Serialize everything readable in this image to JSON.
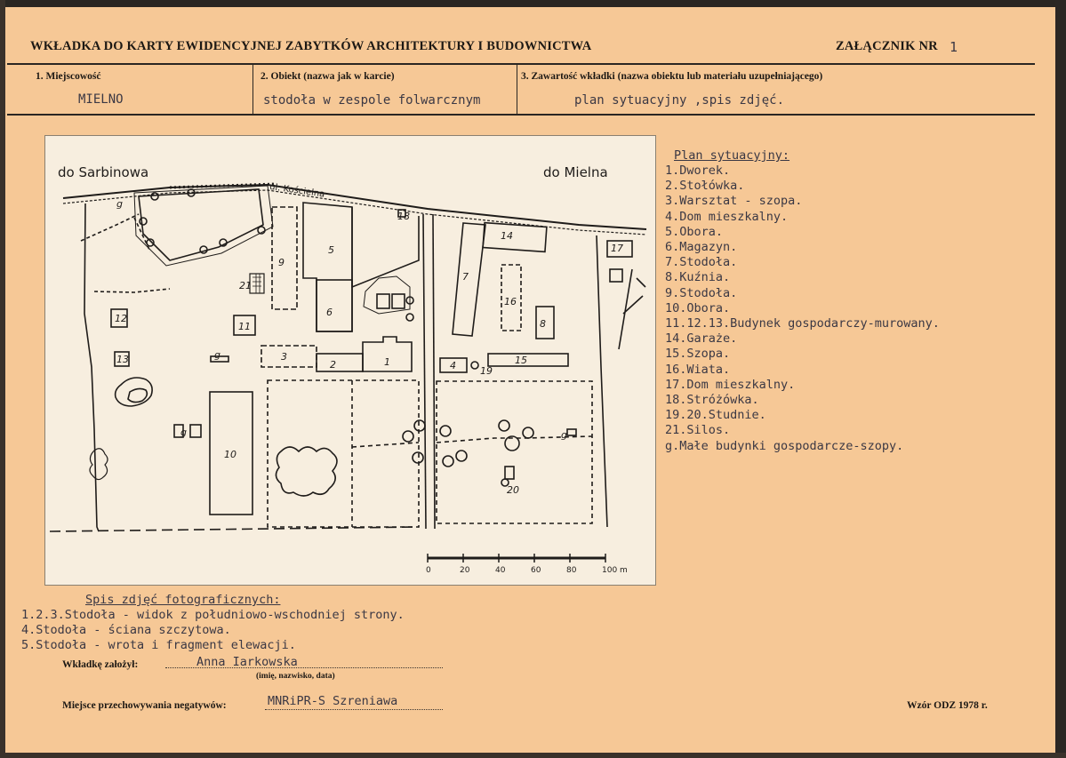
{
  "header": {
    "title": "WKŁADKA DO KARTY EWIDENCYJNEJ ZABYTKÓW ARCHITEKTURY I BUDOWNICTWA",
    "attachment_label": "ZAŁĄCZNIK NR",
    "attachment_number": "1"
  },
  "fields": {
    "locality_label": "1. Miejscowość",
    "locality_value": "MIELNO",
    "object_label": "2. Obiekt (nazwa jak w karcie)",
    "object_value": "stodoła w zespole folwarcznym",
    "content_label": "3. Zawartość wkładki (nazwa obiektu lub materiału uzupełniającego)",
    "content_value": "plan sytuacyjny ,spis zdjęć."
  },
  "map": {
    "label_west": "do Sarbinowa",
    "label_east": "do Mielna",
    "street": "ul. Kościelna",
    "scale_ticks": [
      "0",
      "20",
      "40",
      "60",
      "80",
      "100 m"
    ],
    "buildings": [
      "1",
      "2",
      "3",
      "4",
      "5",
      "6",
      "7",
      "8",
      "9",
      "10",
      "11",
      "12",
      "13",
      "14",
      "15",
      "16",
      "17",
      "18",
      "19",
      "20",
      "21"
    ],
    "small_label": "g"
  },
  "legend": {
    "title": "Plan sytuacyjny:",
    "items": [
      "1.Dworek.",
      "2.Stołówka.",
      "3.Warsztat - szopa.",
      "4.Dom  mieszkalny.",
      "5.Obora.",
      "6.Magazyn.",
      "7.Stodoła.",
      "8.Kuźnia.",
      "9.Stodoła.",
      "10.Obora.",
      "11.12.13.Budynek gospodarczy-murowany.",
      "14.Garaże.",
      "15.Szopa.",
      "16.Wiata.",
      "17.Dom mieszkalny.",
      "18.Stróżówka.",
      "19.20.Studnie.",
      "21.Silos.",
      "g.Małe budynki gospodarcze-szopy."
    ]
  },
  "photos": {
    "title": "Spis zdjęć fotograficznych:",
    "items": [
      "1.2.3.Stodoła - widok z południowo-wschodniej strony.",
      "4.Stodoła - ściana szczytowa.",
      "5.Stodoła - wrota i fragment elewacji."
    ]
  },
  "footer": {
    "founder_label": "Wkładkę założył:",
    "founder_value": "Anna Iarkowska",
    "founder_note": "(imię, nazwisko, data)",
    "storage_label": "Miejsce przechowywania negatywów:",
    "storage_value": "MNRiPR-S  Szreniawa",
    "form_code": "Wzór ODZ 1978 r."
  }
}
